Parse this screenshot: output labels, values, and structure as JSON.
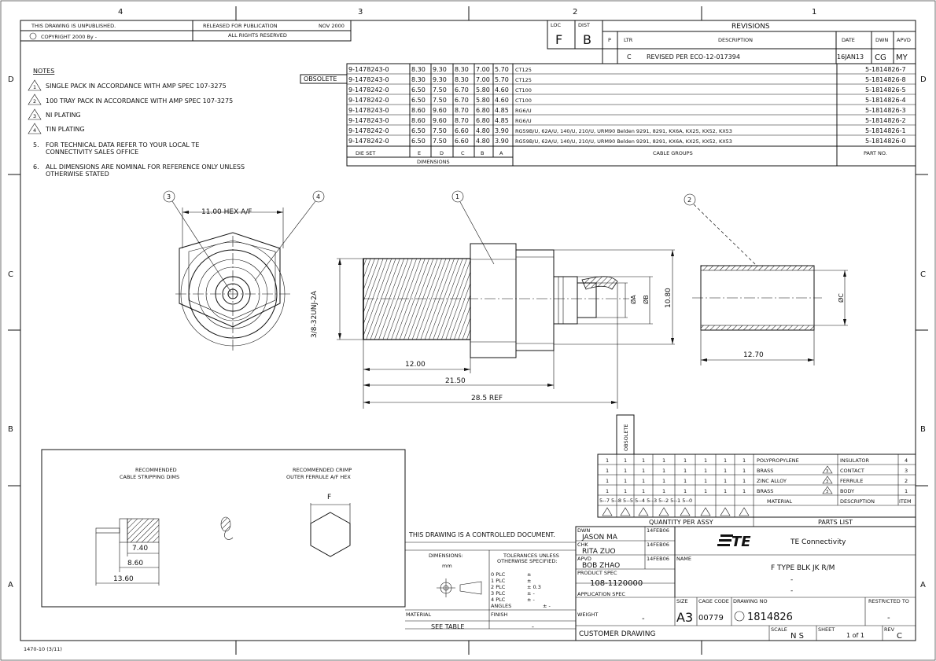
{
  "border": {
    "top_zones": [
      "4",
      "3",
      "2",
      "1"
    ],
    "side_zones": [
      "D",
      "C",
      "B",
      "A"
    ],
    "form_number": "1470-10 (3/11)"
  },
  "header": {
    "unpublished": "THIS DRAWING IS UNPUBLISHED.",
    "released": "RELEASED FOR PUBLICATION",
    "release_date": "NOV 2000",
    "copyright": "COPYRIGHT 2000 By -",
    "rights": "ALL RIGHTS RESERVED",
    "loc_label": "LOC",
    "loc_value": "F",
    "dist_label": "DIST",
    "dist_value": "B"
  },
  "revisions": {
    "title": "REVISIONS",
    "col_p": "P",
    "col_ltr": "LTR",
    "col_desc": "DESCRIPTION",
    "col_date": "DATE",
    "col_dwn": "DWN",
    "col_apvd": "APVD",
    "row_ltr": "C",
    "row_desc": "REVISED PER ECO-12-017394",
    "row_date": "16JAN13",
    "row_dwn": "CG",
    "row_apvd": "MY"
  },
  "notes": {
    "title": "NOTES",
    "n1": "SINGLE PACK IN ACCORDANCE WITH AMP SPEC 107-3275",
    "n2": "100 TRAY PACK IN ACCORDANCE WITH AMP SPEC 107-3275",
    "n3": "NI PLATING",
    "n4": "TIN PLATING",
    "n5a": "FOR TECHNICAL DATA REFER TO YOUR LOCAL TE",
    "n5b": "CONNECTIVITY SALES OFFICE",
    "n6a": "ALL DIMENSIONS ARE NOMINAL FOR REFERENCE ONLY UNLESS",
    "n6b": "OTHERWISE STATED",
    "num1": "1",
    "num2": "2",
    "num3": "3",
    "num4": "4",
    "num5": "5.",
    "num6": "6."
  },
  "die_table": {
    "obsolete": "OBSOLETE",
    "rows": [
      {
        "die": "9-1478243-0",
        "e": "8.30",
        "d": "9.30",
        "c": "8.30",
        "b": "7.00",
        "a": "5.70",
        "cable": "CT125",
        "part": "5-1814826-7"
      },
      {
        "die": "9-1478243-0",
        "e": "8.30",
        "d": "9.30",
        "c": "8.30",
        "b": "7.00",
        "a": "5.70",
        "cable": "CT125",
        "part": "5-1814826-8"
      },
      {
        "die": "9-1478242-0",
        "e": "6.50",
        "d": "7.50",
        "c": "6.70",
        "b": "5.80",
        "a": "4.60",
        "cable": "CT100",
        "part": "5-1814826-5"
      },
      {
        "die": "9-1478242-0",
        "e": "6.50",
        "d": "7.50",
        "c": "6.70",
        "b": "5.80",
        "a": "4.60",
        "cable": "CT100",
        "part": "5-1814826-4"
      },
      {
        "die": "9-1478243-0",
        "e": "8.60",
        "d": "9.60",
        "c": "8.70",
        "b": "6.80",
        "a": "4.85",
        "cable": "RG6/U",
        "part": "5-1814826-3"
      },
      {
        "die": "9-1478243-0",
        "e": "8.60",
        "d": "9.60",
        "c": "8.70",
        "b": "6.80",
        "a": "4.85",
        "cable": "RG6/U",
        "part": "5-1814826-2"
      },
      {
        "die": "9-1478242-0",
        "e": "6.50",
        "d": "7.50",
        "c": "6.60",
        "b": "4.80",
        "a": "3.90",
        "cable": "RG59B/U, 62A/U, 140/U, 210/U, URM90 Belden 9291, 8291, KX6A, KX25, KX52, KX53",
        "part": "5-1814826-1"
      },
      {
        "die": "9-1478242-0",
        "e": "6.50",
        "d": "7.50",
        "c": "6.60",
        "b": "4.80",
        "a": "3.90",
        "cable": "RG59B/U, 62A/U, 140/U, 210/U, URM90 Belden 9291, 8291, KX6A, KX25, KX52, KX53",
        "part": "5-1814826-0"
      }
    ],
    "h_die": "DIE SET",
    "h_e": "E",
    "h_d": "D",
    "h_c": "C",
    "h_b": "B",
    "h_a": "A",
    "h_cable": "CABLE GROUPS",
    "h_part": "PART NO.",
    "h_dims": "DIMENSIONS"
  },
  "views": {
    "hex_dim": "11.00 HEX A/F",
    "thread": "3/8-32UNJ-2A",
    "dim_12": "12.00",
    "dim_21": "21.50",
    "dim_28": "28.5 REF",
    "dim_a": "ØA",
    "dim_b": "ØB",
    "dim_10": "10.80",
    "dim_c": "ØC",
    "dim_1270": "12.70",
    "balloon1": "1",
    "balloon2": "2",
    "balloon3": "3",
    "balloon4": "4"
  },
  "recommend": {
    "strip_t1": "RECOMMENDED",
    "strip_t2": "CABLE STRIPPING DIMS",
    "crimp_t1": "RECOMMENDED CRIMP",
    "crimp_t2": "OUTER FERRULE A/F HEX",
    "d740": "7.40",
    "d860": "8.60",
    "d1360": "13.60",
    "hex_label": "F"
  },
  "bom": {
    "obsolete": "OBSOLETE",
    "rows": [
      {
        "q": [
          "1",
          "1",
          "1",
          "1",
          "1",
          "1",
          "1",
          "1"
        ],
        "material": "POLYPROPYLENE",
        "tri": "",
        "desc": "INSULATOR",
        "item": "4"
      },
      {
        "q": [
          "1",
          "1",
          "1",
          "1",
          "1",
          "1",
          "1",
          "1"
        ],
        "material": "BRASS",
        "tri": "3",
        "desc": "CONTACT",
        "item": "3"
      },
      {
        "q": [
          "1",
          "1",
          "1",
          "1",
          "1",
          "1",
          "1",
          "1"
        ],
        "material": "ZINC ALLOY",
        "tri": "3",
        "desc": "FERRULE",
        "item": "2"
      },
      {
        "q": [
          "1",
          "1",
          "1",
          "1",
          "1",
          "1",
          "1",
          "1"
        ],
        "material": "BRASS",
        "tri": "3",
        "desc": "BODY",
        "item": "1"
      }
    ],
    "dash_codes": "5--7 5--8 5--5 5--4 5--3 5--2 5--1 5--0",
    "h_material": "MATERIAL",
    "h_desc": "DESCRIPTION",
    "h_item": "ITEM",
    "qty": "QUANTITY PER ASSY",
    "parts_list": "PARTS LIST",
    "tri_num": "4",
    "tri_pack": "1",
    "tri_tray": "2"
  },
  "title_block": {
    "controlled": "THIS DRAWING IS A CONTROLLED DOCUMENT.",
    "dwn_label": "DWN",
    "dwn_name": "JASON MA",
    "dwn_date": "14FEB06",
    "chk_label": "CHK",
    "chk_name": "RITA ZUO",
    "chk_date": "14FEB06",
    "apvd_label": "APVD",
    "apvd_name": "BOB ZHAO",
    "apvd_date": "14FEB06",
    "dims_label": "DIMENSIONS:",
    "dims_unit": "mm",
    "tol_t1": "TOLERANCES UNLESS",
    "tol_t2": "OTHERWISE SPECIFIED:",
    "plc0": "0 PLC",
    "plc1": "1 PLC",
    "plc2": "2 PLC",
    "plc3": "3 PLC",
    "plc4": "4 PLC",
    "pm": "±",
    "pm1": "±",
    "pm2": "± 0.3",
    "pm3": "± -",
    "pm4": "± -",
    "angles": "ANGLES",
    "angles_v": "± -",
    "product_spec": "PRODUCT SPEC",
    "product_spec_v": "108-1120000",
    "application_spec": "APPLICATION SPEC",
    "weight": "WEIGHT",
    "weight_v": "-",
    "material": "MATERIAL",
    "finish": "FINISH",
    "see_table": "SEE TABLE",
    "finish_v": "-",
    "name_label": "NAME",
    "name1": "F TYPE BLK JK R/M",
    "name2": "-",
    "name3": "-",
    "company": "TE Connectivity",
    "logo": "TE",
    "size_label": "SIZE",
    "size_v": "A3",
    "cage_label": "CAGE CODE",
    "cage_v": "00779",
    "dwgno_label": "DRAWING NO",
    "dwgno_v": "1814826",
    "restricted": "RESTRICTED TO",
    "restricted_v": "-",
    "customer": "CUSTOMER DRAWING",
    "scale_label": "SCALE",
    "scale_v": "N S",
    "sheet_label": "SHEET",
    "sheet_v": "1 of 1",
    "rev_label": "REV",
    "rev_v": "C"
  }
}
